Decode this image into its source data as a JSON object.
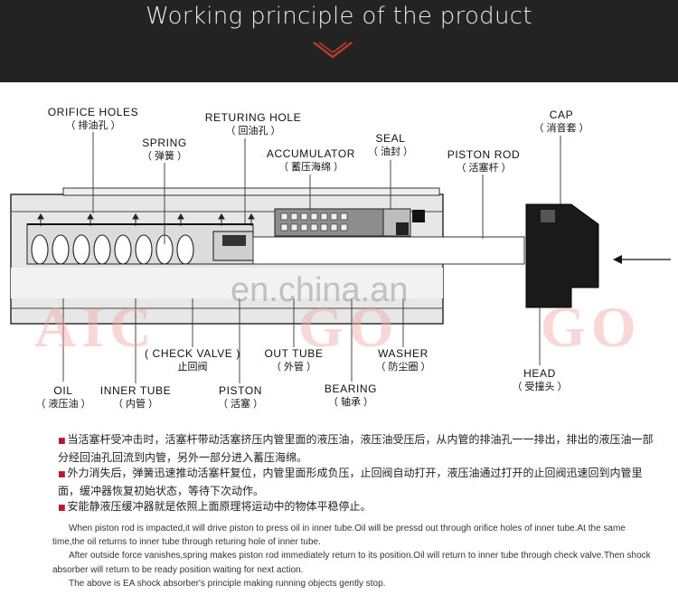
{
  "header": {
    "title": "Working principle of the product",
    "accent_color": "#c0392b"
  },
  "labels": {
    "orifice_holes": {
      "en": "ORIFICE HOLES",
      "cn": "（ 排油孔 ）"
    },
    "spring": {
      "en": "SPRING",
      "cn": "（ 弹簧 ）"
    },
    "returning_hole": {
      "en": "RETURING HOLE",
      "cn": "（ 回油孔 ）"
    },
    "accumulator": {
      "en": "ACCUMULATOR",
      "cn": "（ 蓄压海绵 ）"
    },
    "seal": {
      "en": "SEAL",
      "cn": "（ 油封 ）"
    },
    "piston_rod": {
      "en": "PISTON ROD",
      "cn": "（ 活塞杆 ）"
    },
    "cap": {
      "en": "CAP",
      "cn": "（ 消音套 ）"
    },
    "check_valve": {
      "en": "( CHECK VALVE )",
      "cn": "止回阀"
    },
    "out_tube": {
      "en": "OUT TUBE",
      "cn": "（ 外管 ）"
    },
    "washer": {
      "en": "WASHER",
      "cn": "（ 防尘圈 ）"
    },
    "oil": {
      "en": "OIL",
      "cn": "（ 液压油 ）"
    },
    "inner_tube": {
      "en": "INNER TUBE",
      "cn": "（ 内管 ）"
    },
    "piston": {
      "en": "PISTON",
      "cn": "（ 活塞 ）"
    },
    "bearing": {
      "en": "BEARING",
      "cn": "（ 轴承 ）"
    },
    "head": {
      "en": "HEAD",
      "cn": "（ 受撞头 ）"
    }
  },
  "watermark": {
    "site": "en.china.an",
    "brand_left": "AIC",
    "brand_mid": "GO",
    "brand_right": "GO"
  },
  "description_cn": [
    "当活塞杆受冲击时，活塞杆带动活塞挤压内管里面的液压油，液压油受压后，从内管的排油孔一一排出，排出的液压油一部分经回油孔回流到内管，另外一部分进入蓄压海绵。",
    "外力消失后，弹簧迅速推动活塞杆复位，内管里面形成负压，止回阀自动打开，液压油通过打开的止回阀迅速回到内管里面，缓冲器恢复初始状态，等待下次动作。",
    "安能静液压缓冲器就是依照上面原理将运动中的物体平稳停止。"
  ],
  "description_en": [
    "When piston rod is impacted,it will drive piston to press oil in inner tube.Oil will be pressd out through orifice holes of inner tube.At the same time,the oil returns to inner tube through returing hole of inner tube.",
    "After outside force vanishes,spring makes piston rod immediately return to its position.Oil will return to inner tube through check valve.Then shock absorber will return to be ready position waiting for next action.",
    "The above is EA shock absorber's principle making running objects gently stop."
  ]
}
